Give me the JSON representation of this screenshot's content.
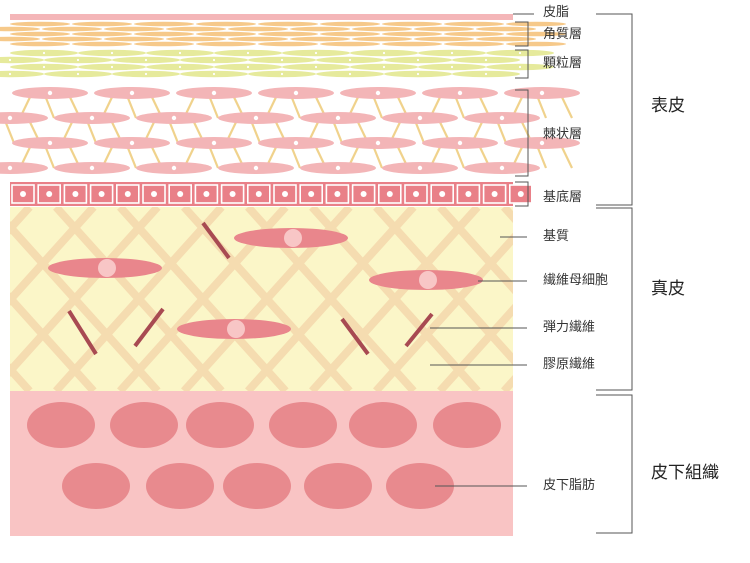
{
  "labels": {
    "hishi": "皮脂",
    "kakushitsu": "角質層",
    "kenryu": "顆粒層",
    "kyokujo": "棘状層",
    "kitei": "基底層",
    "kishitsu": "基質",
    "sen_i_gasaibo": "繊維母細胞",
    "danryoku": "弾力繊維",
    "kogen": "膠原繊維",
    "hika_shibo": "皮下脂肪"
  },
  "groups": {
    "hyohi": "表皮",
    "shinpi": "真皮",
    "hika_soshiki": "皮下組織"
  },
  "colors": {
    "sebum": "#f4b6b8",
    "corneum": "#f6c98a",
    "granular": "#e6ea9c",
    "spinous_cell": "#f3b5b7",
    "spinous_link": "#f0d28c",
    "basal": "#e98088",
    "dermis_bg": "#fbf6c8",
    "collagen": "#f5dcb0",
    "elastic": "#a84a52",
    "fibroblast": "#e9868c",
    "nucleus": "#f8c6c6",
    "subcut_bg": "#f9c4c4",
    "fat_cell": "#e88a8e",
    "leader": "#555555"
  }
}
